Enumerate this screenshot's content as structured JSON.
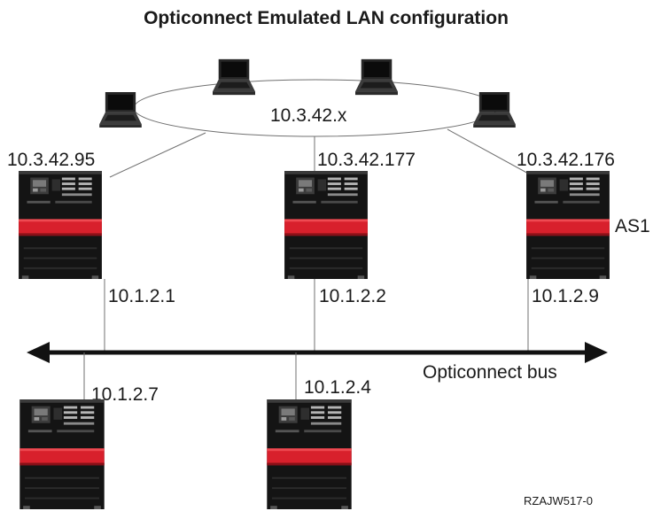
{
  "title": "Opticonnect Emulated LAN configuration",
  "lan": {
    "network_label": "10.3.42.x"
  },
  "servers_top": [
    {
      "lan_ip": "10.3.42.95",
      "bus_ip": "10.1.2.1"
    },
    {
      "lan_ip": "10.3.42.177",
      "bus_ip": "10.1.2.2"
    },
    {
      "lan_ip": "10.3.42.176",
      "bus_ip": "10.1.2.9",
      "name": "AS1"
    }
  ],
  "servers_bottom": [
    {
      "bus_ip": "10.1.2.7"
    },
    {
      "bus_ip": "10.1.2.4"
    }
  ],
  "bus": {
    "label": "Opticonnect bus"
  },
  "figure_id": "RZAJW517-0",
  "colors": {
    "text": "#1a1a1a",
    "server_body": "#141414",
    "server_stripe": "#d8202c",
    "laptop_body": "#2a2a2a",
    "line": "#707070",
    "bus": "#111111"
  }
}
